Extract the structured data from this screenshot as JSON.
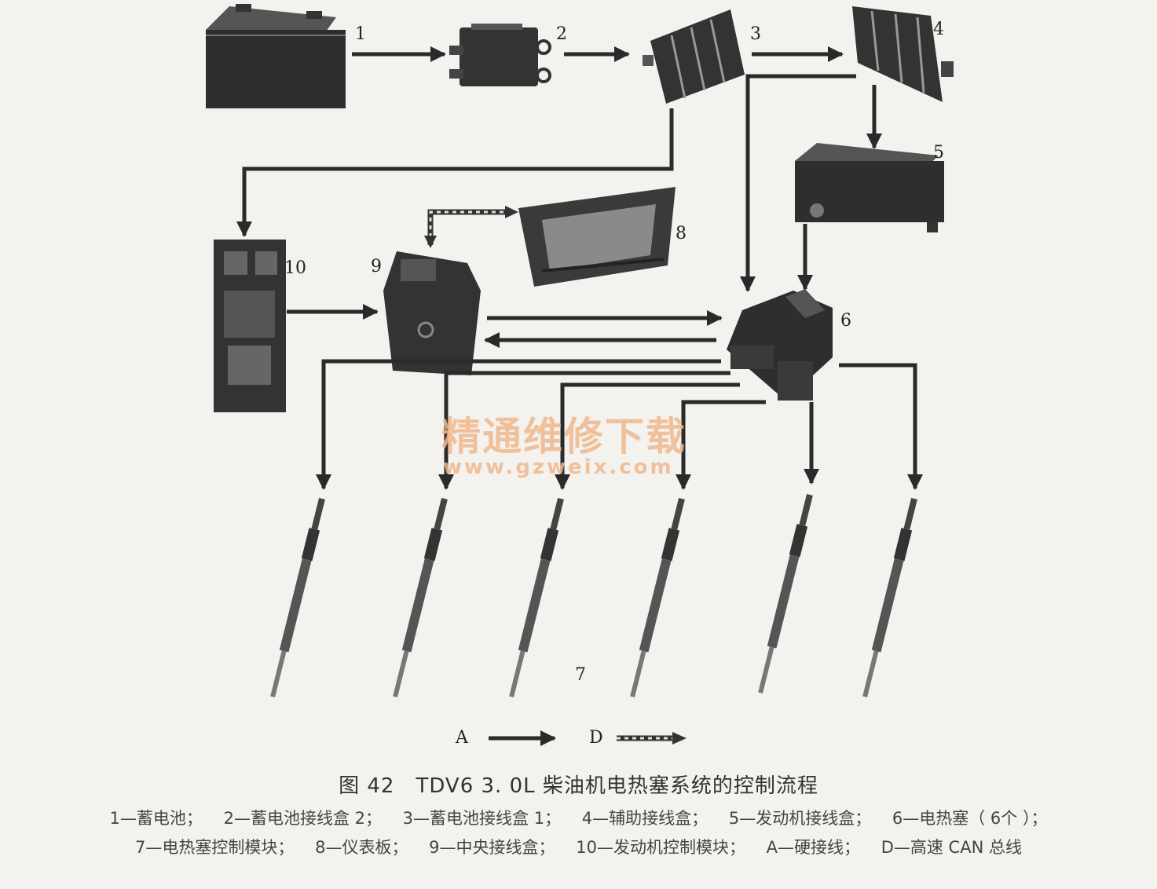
{
  "labels": {
    "n1": "1",
    "n2": "2",
    "n3": "3",
    "n4": "4",
    "n5": "5",
    "n6": "6",
    "n7": "7",
    "n8": "8",
    "n9": "9",
    "n10": "10"
  },
  "legend": {
    "a": "A",
    "d": "D"
  },
  "watermark": {
    "cn": "精通维修下载",
    "url": "www.gzweix.com"
  },
  "caption": {
    "title": "图 42　TDV6 3. 0L 柴油机电热塞系统的控制流程",
    "line1": [
      "1—蓄电池；",
      "2—蓄电池接线盒 2；",
      "3—蓄电池接线盒 1；",
      "4—辅助接线盒；",
      "5—发动机接线盒；",
      "6—电热塞（ 6个 ）；"
    ],
    "line2": [
      "7—电热塞控制模块；",
      "8—仪表板；",
      "9—中央接线盒；",
      "10—发动机控制模块；",
      "A—硬接线；",
      "D—高速 CAN 总线"
    ]
  },
  "colors": {
    "component": "#2e2e2e",
    "component_light": "#8a8a8a",
    "line": "#2a2a2a",
    "watermark": "#f0b88c"
  }
}
